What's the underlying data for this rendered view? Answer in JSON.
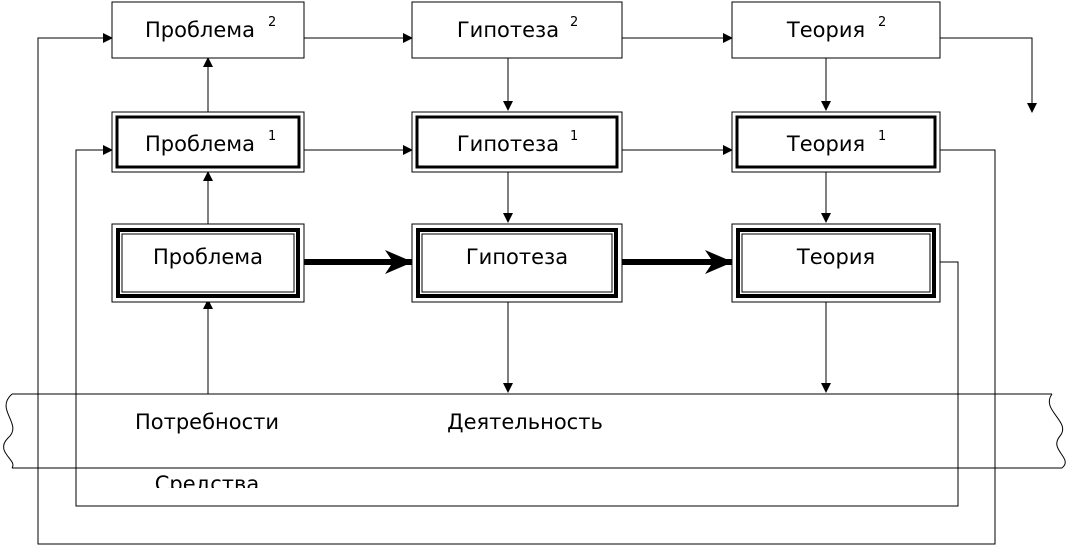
{
  "nodes": {
    "problem2": {
      "label": "Проблема",
      "sup": "2"
    },
    "hypothesis2": {
      "label": "Гипотеза",
      "sup": "2"
    },
    "theory2": {
      "label": "Теория",
      "sup": "2"
    },
    "problem1": {
      "label": "Проблема",
      "sup": "1"
    },
    "hypothesis1": {
      "label": "Гипотеза",
      "sup": "1"
    },
    "theory1": {
      "label": "Теория",
      "sup": "1"
    },
    "problem": {
      "label": "Проблема"
    },
    "hypothesis": {
      "label": "Гипотеза"
    },
    "theory": {
      "label": "Теория"
    }
  },
  "band": {
    "needs": "Потребности",
    "activity": "Деятельность",
    "means": "Средства"
  }
}
